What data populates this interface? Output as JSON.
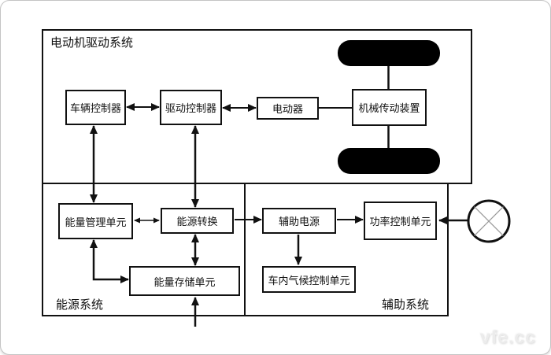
{
  "diagram": {
    "sections": {
      "drive": {
        "title": "电动机驱动系统"
      },
      "energy": {
        "title": "能源系统"
      },
      "auxiliary": {
        "title": "辅助系统"
      }
    },
    "nodes": {
      "vehicle_controller": "车辆控制器",
      "drive_controller": "驱动控制器",
      "motor": "电动器",
      "transmission": "机械传动装置",
      "energy_mgmt": "能量管理单元",
      "energy_conversion": "能源转换",
      "energy_storage": "能量存储单元",
      "aux_power": "辅助电源",
      "power_control": "功率控制单元",
      "climate_control": "车内气候控制单元"
    },
    "icons": {
      "wheel": "wheel",
      "fan": "fan-cross-circle"
    },
    "colors": {
      "line": "#111111",
      "box_bg": "#ffffff",
      "wheel_fill": "#000000",
      "spoke_gray": "#999999"
    },
    "watermark": "vfe.cc"
  }
}
